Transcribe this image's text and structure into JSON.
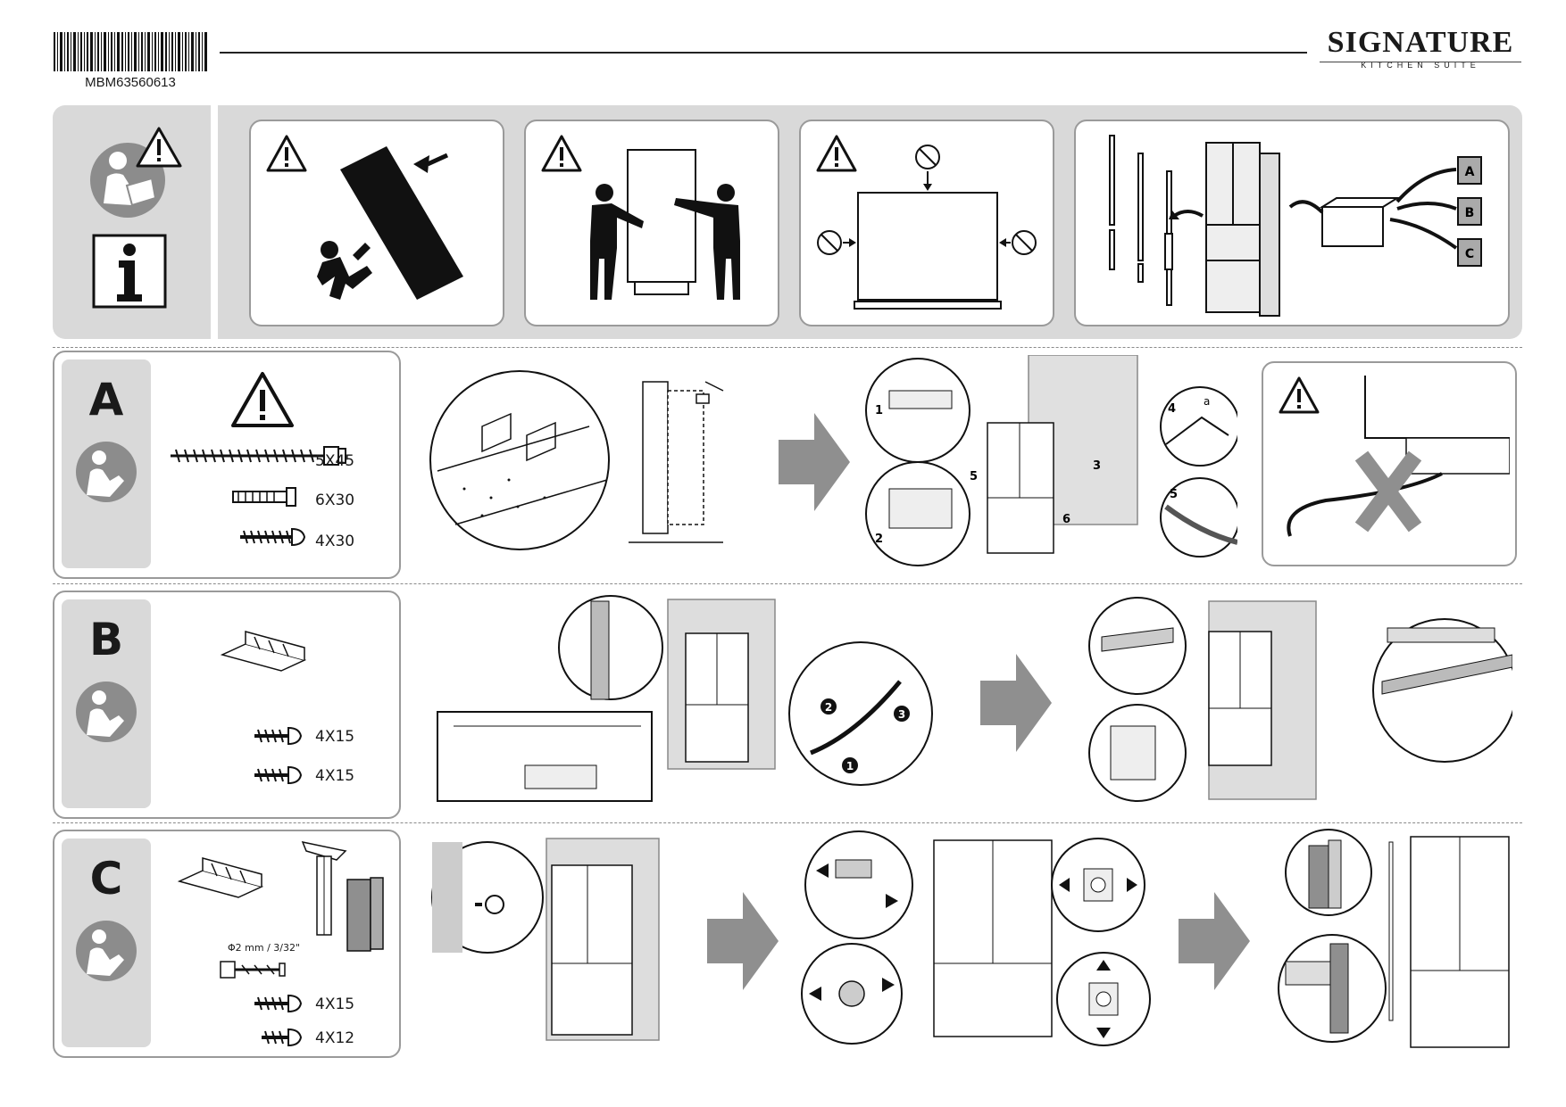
{
  "header": {
    "barcode_text": "MBM63560613",
    "brand": "SIGNATURE",
    "brand_sub": "KITCHEN SUITE"
  },
  "step_a": {
    "letter": "A",
    "parts": [
      "5X45",
      "6X30",
      "4X30"
    ],
    "callouts": [
      "1",
      "2",
      "3",
      "4",
      "5",
      "6",
      "a",
      "5"
    ]
  },
  "step_b": {
    "letter": "B",
    "parts": [
      "4X15",
      "4X15"
    ],
    "callouts": [
      "1",
      "2",
      "3"
    ]
  },
  "step_c": {
    "letter": "C",
    "spec": "Φ2 mm / 3/32\"",
    "parts": [
      "4X15",
      "4X12"
    ]
  },
  "kit_labels": [
    "A",
    "B",
    "C"
  ],
  "icons": {
    "warning": "warning-triangle-icon",
    "read_manual": "read-manual-icon",
    "info": "info-icon",
    "arrow": "next-step-arrow-icon"
  },
  "colors": {
    "band_gray": "#d9d9d9",
    "arrow_gray": "#8f8f8f",
    "border_gray": "#9a9a9a"
  }
}
